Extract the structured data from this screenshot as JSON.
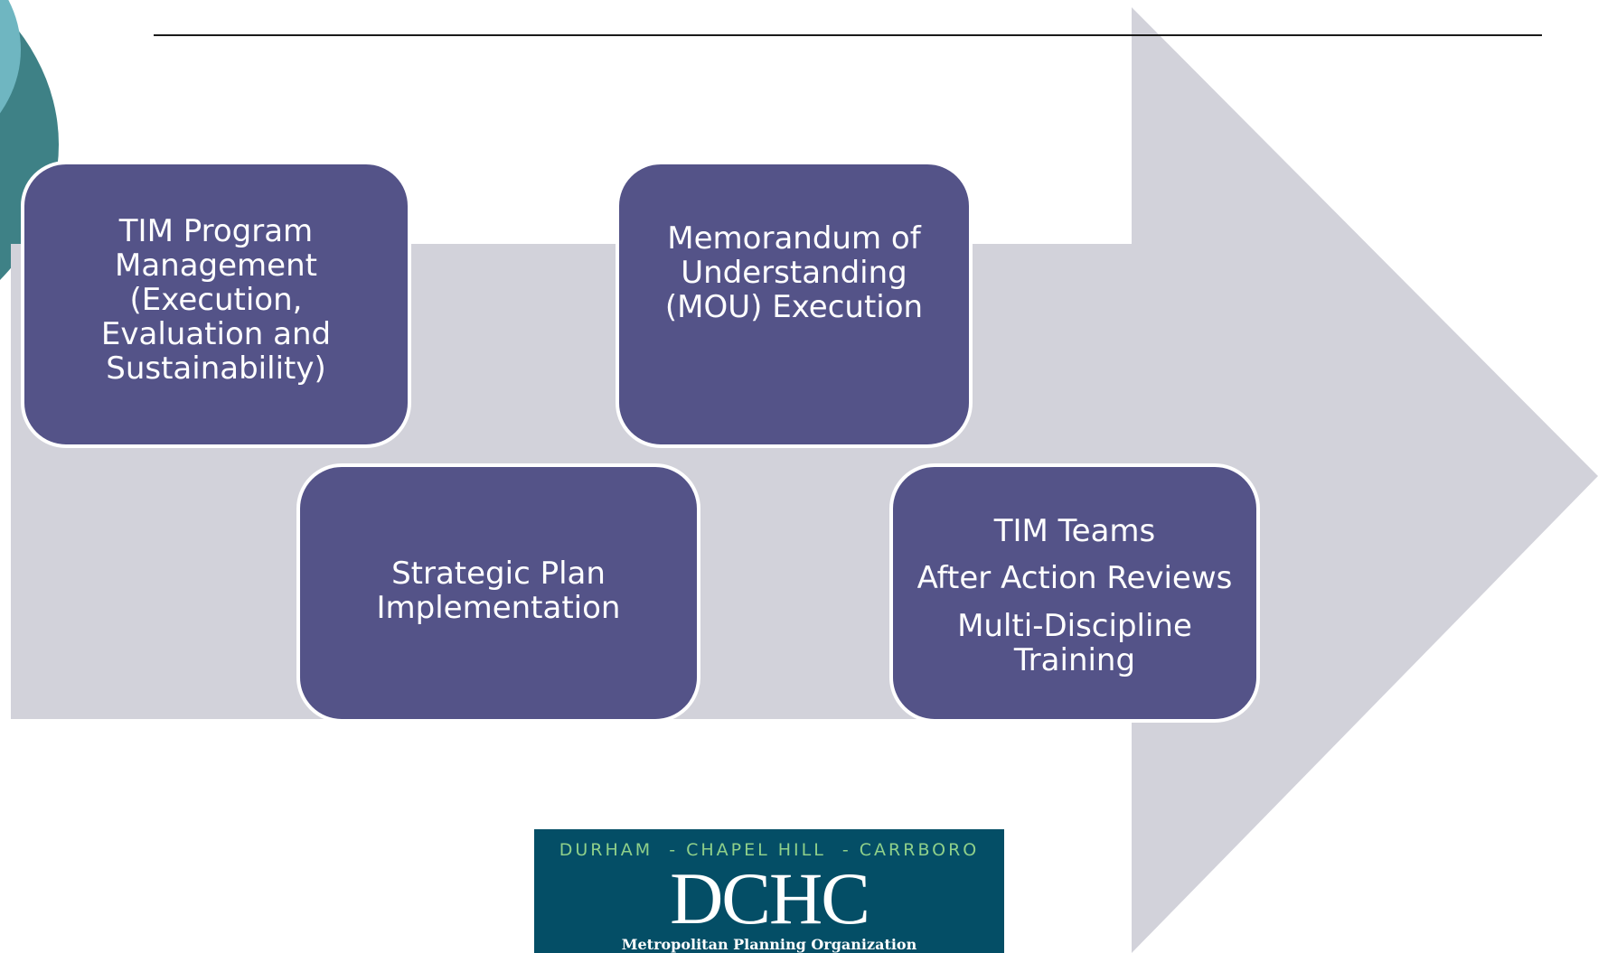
{
  "colors": {
    "arrow": "#d2d2da",
    "box_fill": "#545388",
    "box_border": "#ffffff",
    "box_text": "#ffffff",
    "accent_teal_dark": "#3e8186",
    "accent_teal_light": "#6fb6c1",
    "logo_background": "#044e66",
    "logo_tagline": "#8fd08a"
  },
  "boxes": [
    {
      "paragraphs": [
        {
          "lines": [
            "TIM Program",
            "Management",
            "(Execution,",
            "Evaluation and",
            "Sustainability)"
          ]
        }
      ]
    },
    {
      "paragraphs": [
        {
          "lines": [
            "Memorandum of",
            "Understanding",
            "(MOU) Execution"
          ]
        }
      ]
    },
    {
      "paragraphs": [
        {
          "lines": [
            "Strategic Plan",
            "Implementation"
          ]
        }
      ]
    },
    {
      "paragraphs": [
        {
          "lines": [
            "TIM Teams"
          ]
        },
        {
          "lines": [
            "After Action Reviews"
          ]
        },
        {
          "lines": [
            "Multi-Discipline",
            "Training"
          ]
        }
      ]
    }
  ],
  "logo": {
    "tagline": "DURHAM  - CHAPEL HILL  - CARRBORO",
    "mark": "DCHC",
    "subtitle": "Metropolitan Planning Organization"
  }
}
